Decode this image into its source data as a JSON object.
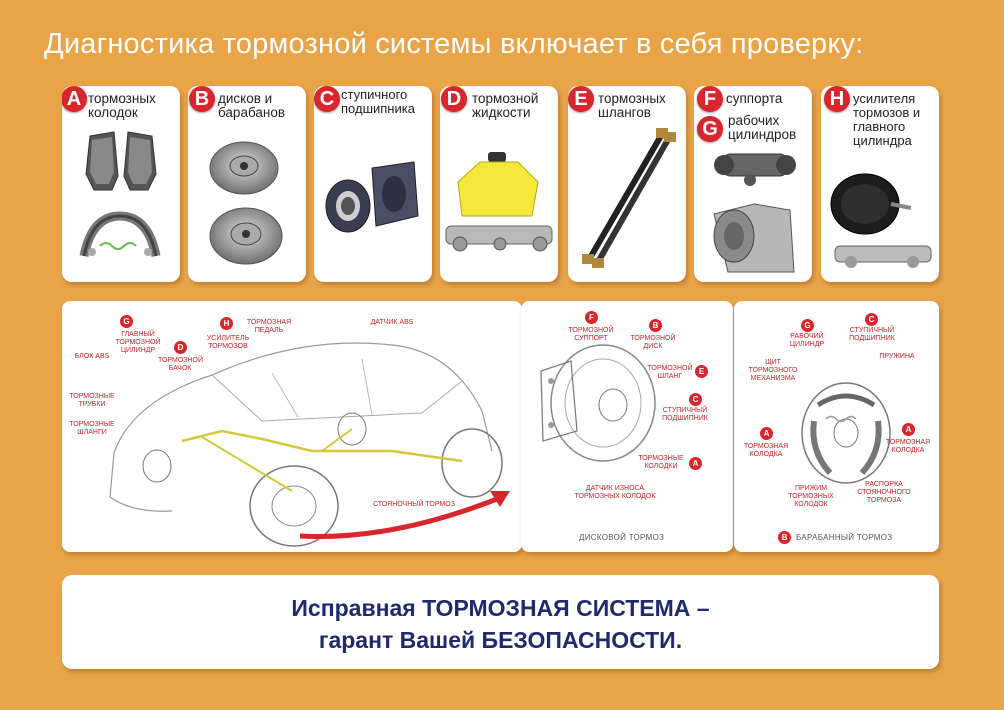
{
  "title": "Диагностика тормозной системы включает в себя проверку:",
  "cards": [
    {
      "letter": "A",
      "line1": "тормозных",
      "line2": "колодок",
      "icon": "brake-pads-icon"
    },
    {
      "letter": "B",
      "line1": "дисков и",
      "line2": "барабанов",
      "icon": "brake-discs-icon"
    },
    {
      "letter": "C",
      "line1": "ступичного",
      "line2": "подшипника",
      "icon": "wheel-bearing-icon"
    },
    {
      "letter": "D",
      "line1": "тормозной",
      "line2": "жидкости",
      "icon": "master-cylinder-reservoir-icon"
    },
    {
      "letter": "E",
      "line1": "тормозных",
      "line2": "шлангов",
      "icon": "brake-hoses-icon"
    },
    {
      "letter": "F",
      "line1": "суппорта",
      "letter2": "G",
      "line2a": "рабочих",
      "line2b": "цилиндров",
      "icon": "caliper-cylinder-icon"
    },
    {
      "letter": "H",
      "line1": "усилителя",
      "line2": "тормозов и",
      "line3": "главного",
      "line4": "цилиндра",
      "icon": "brake-booster-icon"
    }
  ],
  "car_labels": {
    "g": "G",
    "g_text": "ГЛАВНЫЙ ТОРМОЗНОЙ ЦИЛИНДР",
    "d": "D",
    "d_text": "ТОРМОЗНОЙ БАЧОК",
    "h": "H",
    "h_text": "УСИЛИТЕЛЬ ТОРМОЗОВ",
    "pedal": "ТОРМОЗНАЯ ПЕДАЛЬ",
    "abs_sensor": "ДАТЧИК ABS",
    "abs_block": "БЛОК ABS",
    "tubes": "ТОРМОЗНЫЕ ТРУБКИ",
    "hoses": "ТОРМОЗНЫЕ ШЛАНГИ",
    "parking": "СТОЯНОЧНЫЙ ТОРМОЗ"
  },
  "disc_labels": {
    "f": "F",
    "f_text": "ТОРМОЗНОЙ СУППОРТ",
    "b": "B",
    "b_text": "ТОРМОЗНОЙ ДИСК",
    "e": "E",
    "e_text": "ТОРМОЗНОЙ ШЛАНГ",
    "c": "C",
    "c_text": "СТУПИЧНЫЙ ПОДШИПНИК",
    "a": "A",
    "a_text": "ТОРМОЗНЫЕ КОЛОДКИ",
    "wear": "ДАТЧИК ИЗНОСА ТОРМОЗНЫХ КОЛОДОК",
    "caption": "ДИСКОВОЙ ТОРМОЗ"
  },
  "drum_labels": {
    "g": "G",
    "g_text": "РАБОЧИЙ ЦИЛИНДР",
    "c": "C",
    "c_text": "СТУПИЧНЫЙ ПОДШИПНИК",
    "spring": "ПРУЖИНА",
    "shield": "ЩИТ ТОРМОЗНОГО МЕХАНИЗМА",
    "a1": "A",
    "a1_text": "ТОРМОЗНАЯ КОЛОДКА",
    "a2": "A",
    "a2_text": "ТОРМОЗНАЯ КОЛОДКА",
    "clamp": "ПРИЖИМ ТОРМОЗНЫХ КОЛОДОК",
    "spacer": "РАСПОРКА СТОЯНОЧНОГО ТОРМОЗА",
    "b": "B",
    "caption": "БАРАБАННЫЙ ТОРМОЗ"
  },
  "footer": {
    "line1": "Исправная ТОРМОЗНАЯ СИСТЕМА –",
    "line2": "гарант Вашей БЕЗОПАСНОСТИ."
  }
}
